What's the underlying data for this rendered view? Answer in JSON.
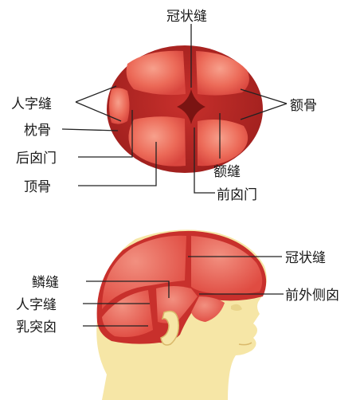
{
  "top_view": {
    "labels": {
      "coronal_suture": "冠状缝",
      "lambdoid_suture": "人字缝",
      "occipital_bone": "枕骨",
      "posterior_fontanelle": "后囟门",
      "parietal_bone": "顶骨",
      "frontal_bone": "额骨",
      "frontal_suture": "额缝",
      "anterior_fontanelle": "前囟门"
    }
  },
  "side_view": {
    "labels": {
      "coronal_suture": "冠状缝",
      "squamous_suture": "鳞缝",
      "lambdoid_suture": "人字缝",
      "anterolateral_fontanelle": "前外侧囟",
      "mastoid_fontanelle": "乳突囟"
    }
  },
  "colors": {
    "skull_red": "#e8524a",
    "skull_dark": "#c8302c",
    "bone_highlight": "#f08a7a",
    "suture_dark": "#8a1a18",
    "skin": "#f6e6a6",
    "skin_shadow": "#e9d48a"
  }
}
